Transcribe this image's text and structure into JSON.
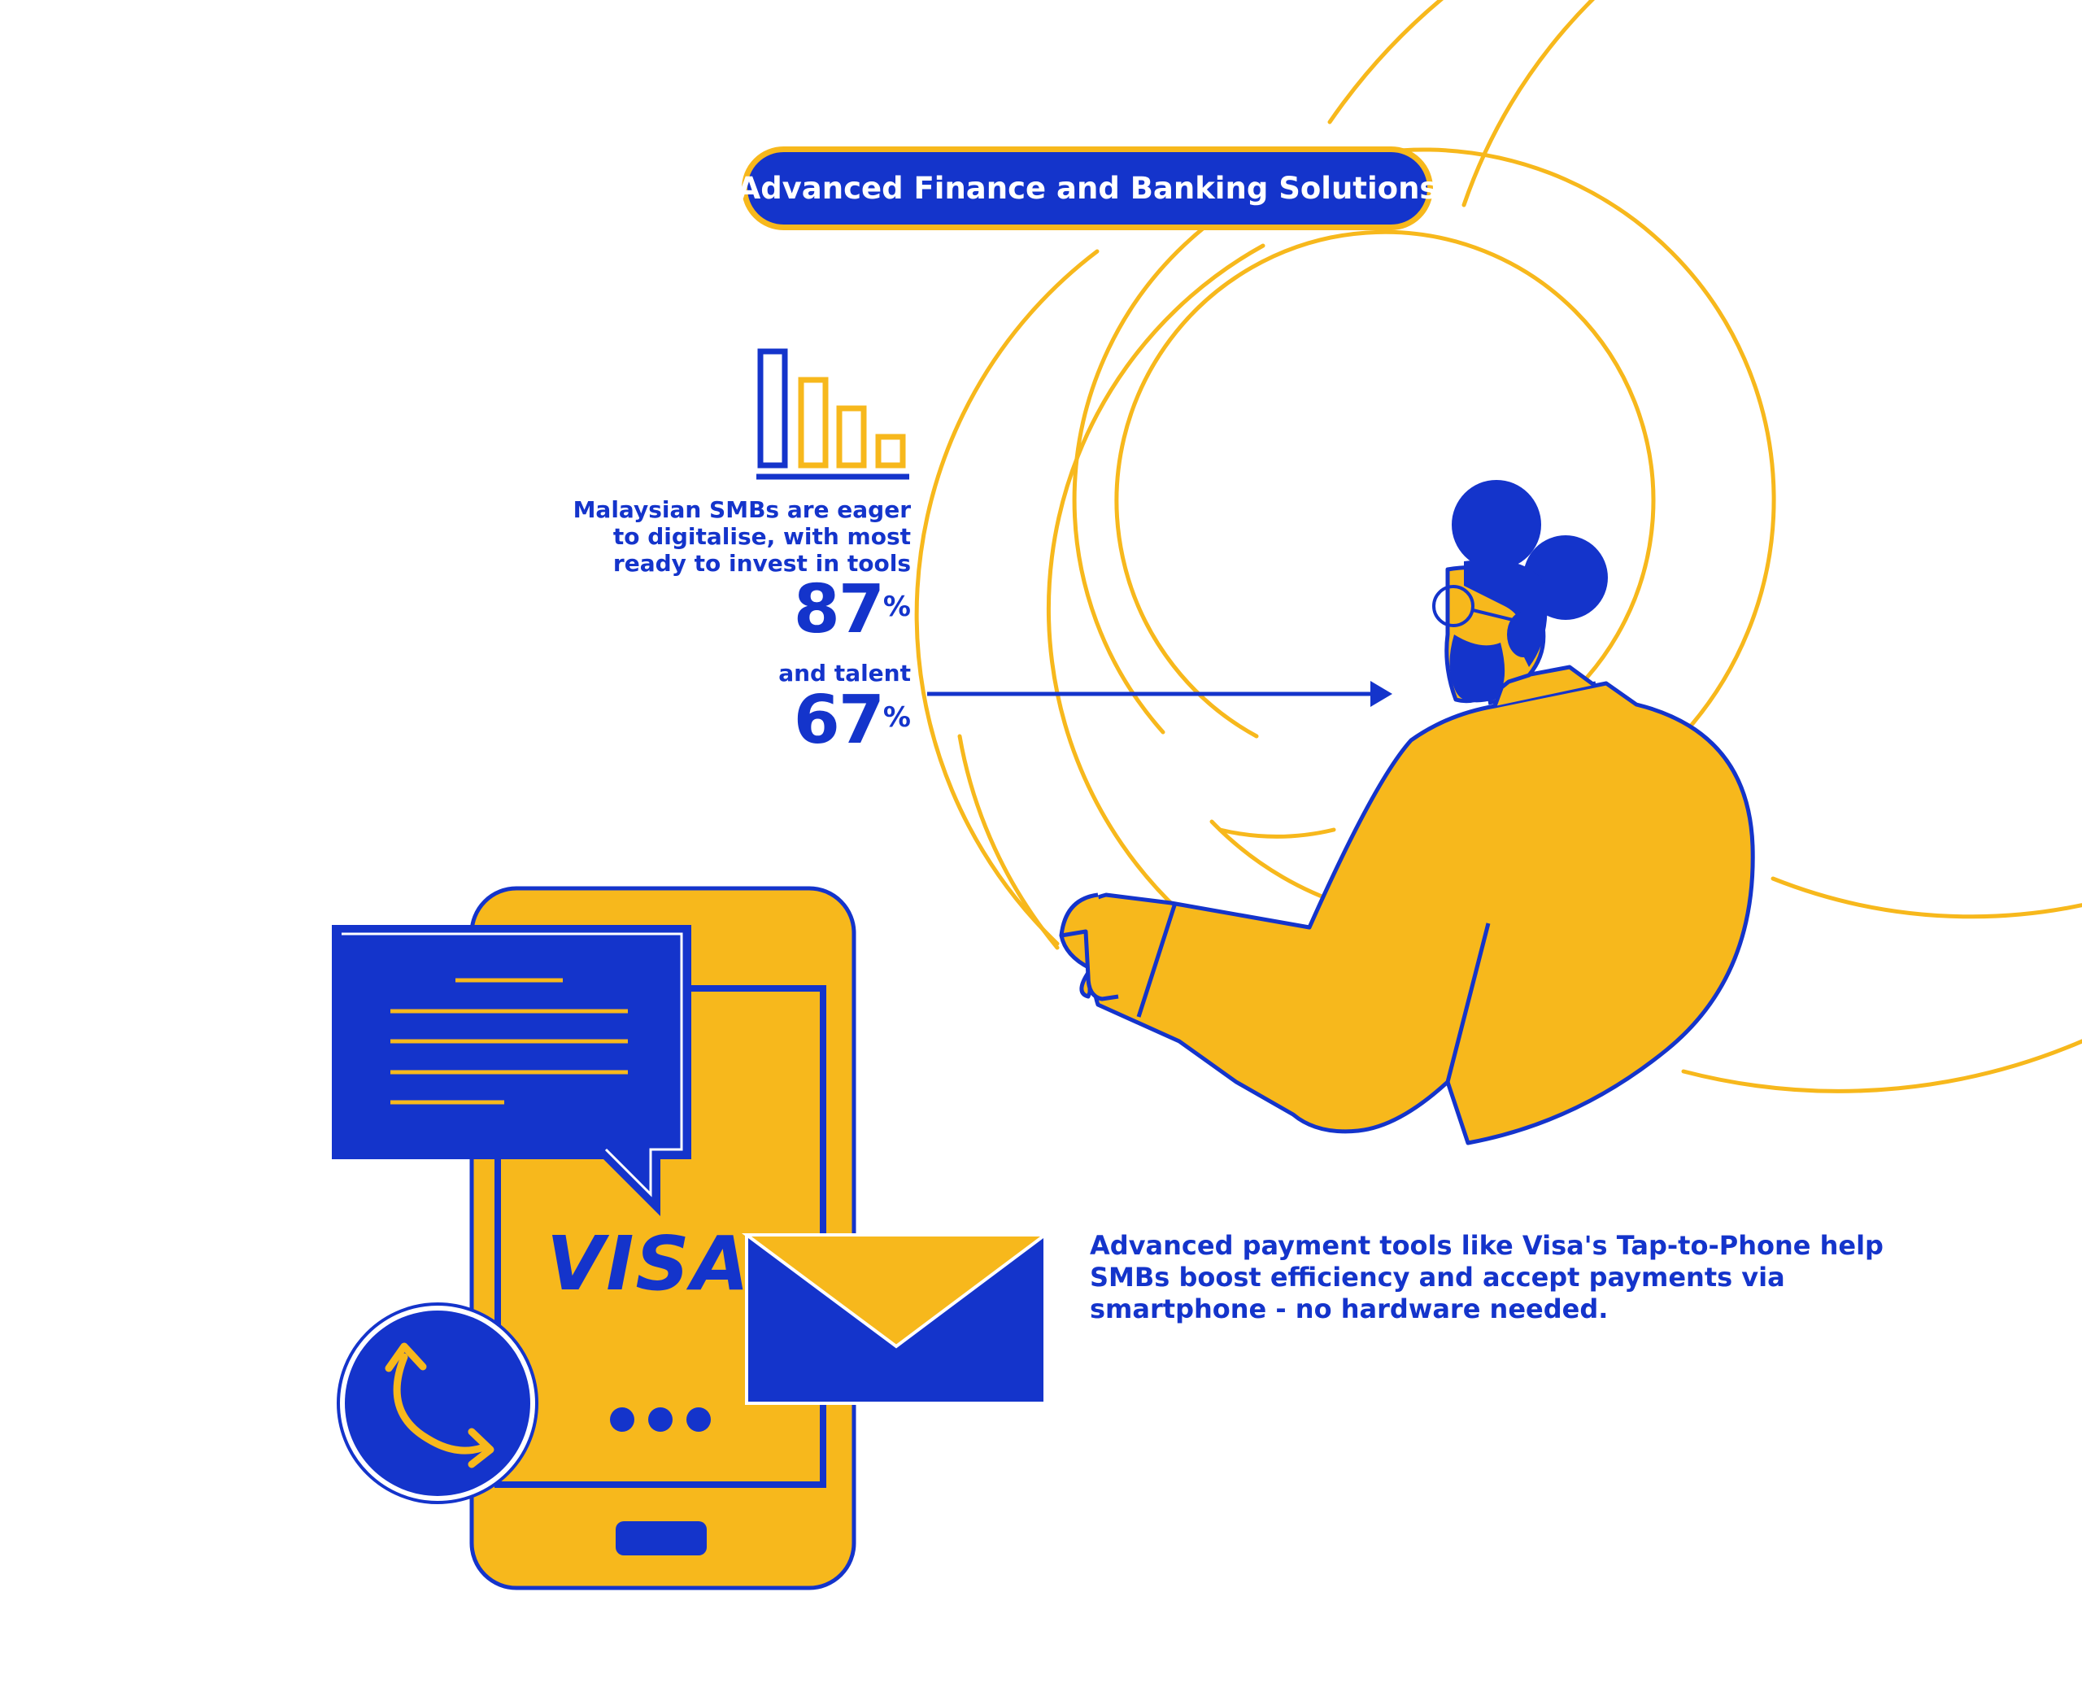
{
  "header": {
    "title": "Advanced Finance and Banking Solutions"
  },
  "stats": {
    "description_lines": [
      "Malaysian SMBs are eager",
      "to digitalise, with most",
      "ready to invest in tools"
    ],
    "tools_value": "87",
    "tools_unit": "%",
    "talent_label": "and talent",
    "talent_value": "67",
    "talent_unit": "%"
  },
  "phone": {
    "brand_logo": "VISA"
  },
  "caption": {
    "lines": [
      "Advanced payment tools like Visa's Tap-to-Phone help",
      "SMBs boost efficiency and accept payments via",
      "smartphone - no hardware needed."
    ]
  },
  "icons": {
    "bar_chart": "bar-chart-icon",
    "chat": "chat-bubble-icon",
    "phone_call": "phone-call-icon",
    "envelope": "envelope-icon",
    "arrow": "arrow-right-icon",
    "signal": "signal-waves-icon"
  },
  "colors": {
    "blue": "#1434CB",
    "yellow": "#F7B81C",
    "background": "#FFFFFF"
  }
}
